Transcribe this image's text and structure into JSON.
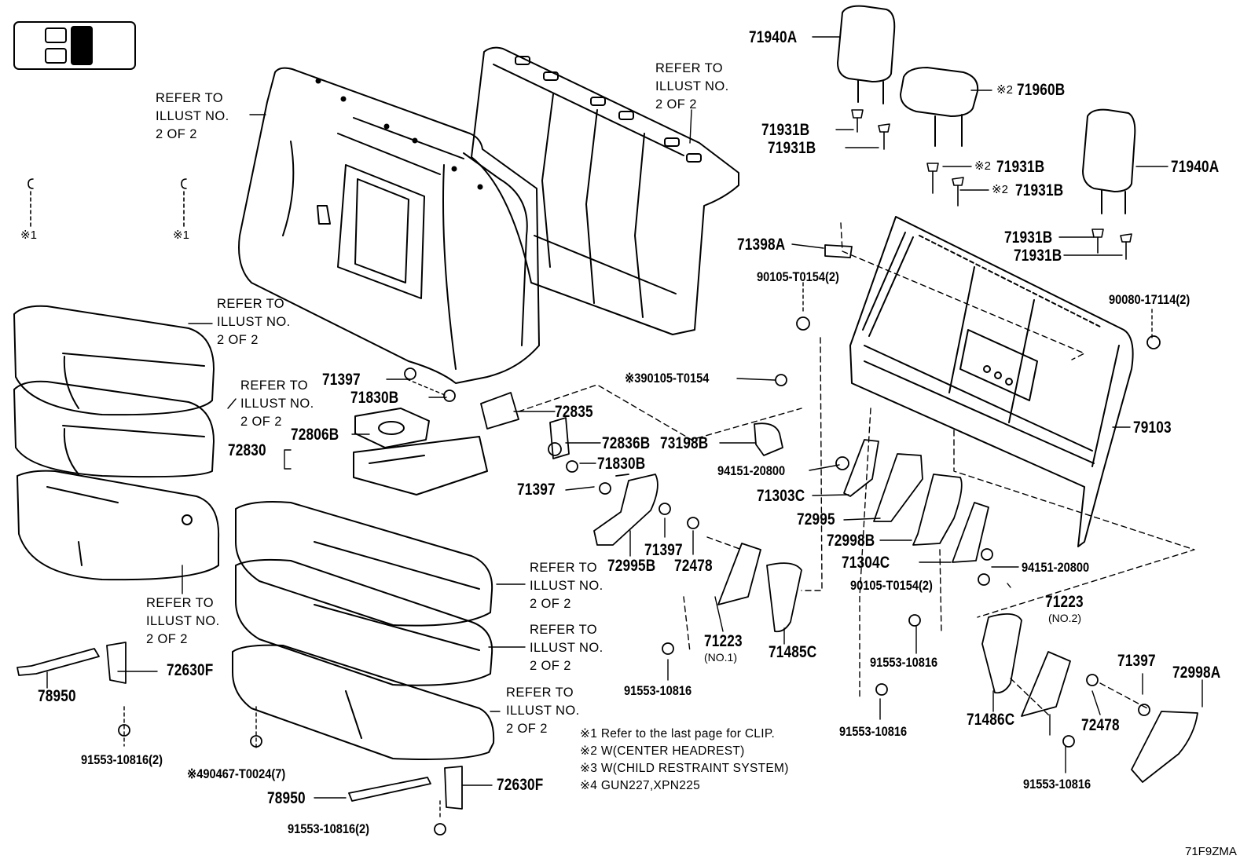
{
  "diagram_code": "71F9ZMA",
  "refer_note": [
    "REFER TO",
    "ILLUST NO.",
    "2 OF 2"
  ],
  "clip_marks": [
    "※1",
    "※1"
  ],
  "parts": {
    "p71940A_top": "71940A",
    "p71960B": "71960B",
    "p71960B_mark": "※2",
    "p71931B_a": "71931B",
    "p71931B_b": "71931B",
    "p71931B_c": "71931B",
    "p71931B_c_mark": "※2",
    "p71931B_d": "71931B",
    "p71931B_d_mark": "※2",
    "p71940A_right": "71940A",
    "p71931B_e": "71931B",
    "p71931B_f": "71931B",
    "p71398A": "71398A",
    "p90105_top": "90105-T0154(2)",
    "p90080": "90080-17114(2)",
    "p90105_mark3": "※390105-T0154",
    "p79103": "79103",
    "p71397_a": "71397",
    "p71830B_a": "71830B",
    "p72835": "72835",
    "p72806B": "72806B",
    "p72830": "72830",
    "p72836B": "72836B",
    "p73198B": "73198B",
    "p71830B_b": "71830B",
    "p71397_b": "71397",
    "p94151_a": "94151-20800",
    "p71303C": "71303C",
    "p72995": "72995",
    "p72998B": "72998B",
    "p71304C": "71304C",
    "p94151_b": "94151-20800",
    "p90105_bottom": "90105-T0154(2)",
    "p71397_c": "71397",
    "p72995B": "72995B",
    "p72478_a": "72478",
    "p71223_no1": "71223",
    "p71223_no1_sub": "(NO.1)",
    "p71485C": "71485C",
    "p91553_mid": "91553-10816",
    "p91553_r1": "91553-10816",
    "p91553_r2": "91553-10816",
    "p71223_no2": "71223",
    "p71223_no2_sub": "(NO.2)",
    "p71486C": "71486C",
    "p71397_d": "71397",
    "p72998A": "72998A",
    "p72478_b": "72478",
    "p91553_r3": "91553-10816",
    "p72630F_a": "72630F",
    "p78950_a": "78950",
    "p91553_2a": "91553-10816(2)",
    "p90467": "※490467-T0024(7)",
    "p78950_b": "78950",
    "p72630F_b": "72630F",
    "p91553_2b": "91553-10816(2)"
  },
  "notes": [
    "※1  Refer to the last page for CLIP.",
    "※2  W(CENTER  HEADREST)",
    "※3  W(CHILD RESTRAINT SYSTEM)",
    "※4  GUN227,XPN225"
  ]
}
